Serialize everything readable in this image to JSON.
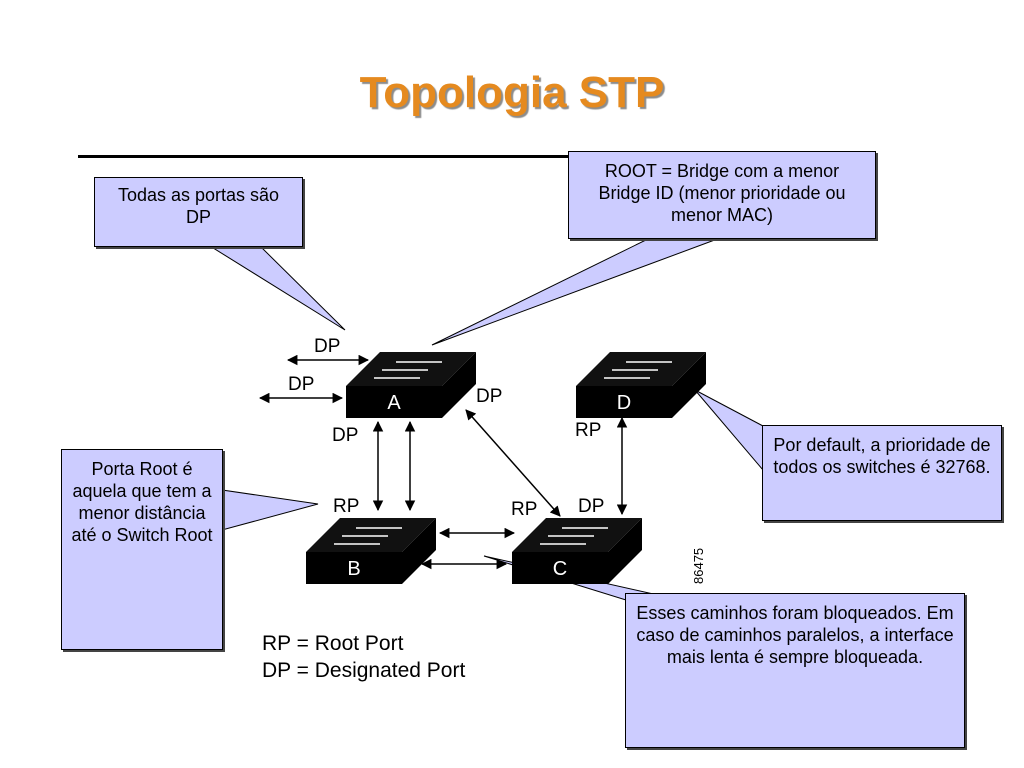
{
  "title": "Topologia STP",
  "callouts": {
    "all_dp": "Todas as portas são DP",
    "root": "ROOT = Bridge com a menor Bridge ID (menor prioridade ou menor MAC)",
    "root_port": "Porta Root é aquela que tem a menor distância até o Switch Root",
    "default_priority": "Por default, a prioridade de todos os switches é 32768.",
    "blocked": "Esses caminhos foram bloqueados. Em caso de caminhos paralelos, a interface mais lenta é sempre bloqueada."
  },
  "switches": {
    "a": "A",
    "b": "B",
    "c": "C",
    "d": "D"
  },
  "port_labels": {
    "a_left_top": "DP",
    "a_left_bottom": "DP",
    "a_right": "DP",
    "a_bottom": "DP",
    "d_bottom": "RP",
    "b_top": "RP",
    "c_top_left": "RP",
    "c_top_right": "DP"
  },
  "legend": {
    "rp": "RP = Root Port",
    "dp": "DP = Designated Port"
  },
  "figure_id": "86475",
  "colors": {
    "title": "#e58a1f",
    "callout_fill": "#ccccff"
  }
}
